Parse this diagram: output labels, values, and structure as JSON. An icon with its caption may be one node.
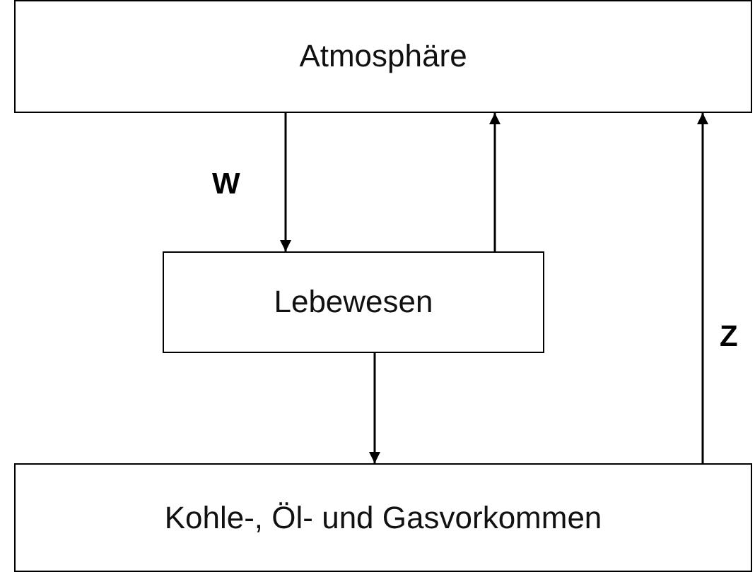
{
  "diagram": {
    "nodes": [
      {
        "text": [
          "Atmosphäre"
        ]
      },
      {
        "text": [
          "Lebewesen"
        ]
      },
      {
        "text": [
          "Kohle-, Öl- und Gasvorkommen"
        ]
      }
    ],
    "edges": [
      {
        "from": 0,
        "to": 1,
        "arrow": "to",
        "label": "W"
      },
      {
        "from": 1,
        "to": 0,
        "arrow": "to"
      },
      {
        "from": 1,
        "to": 2,
        "arrow": "to"
      },
      {
        "from": 2,
        "to": 0,
        "arrow": "to",
        "label": "Z"
      }
    ]
  }
}
